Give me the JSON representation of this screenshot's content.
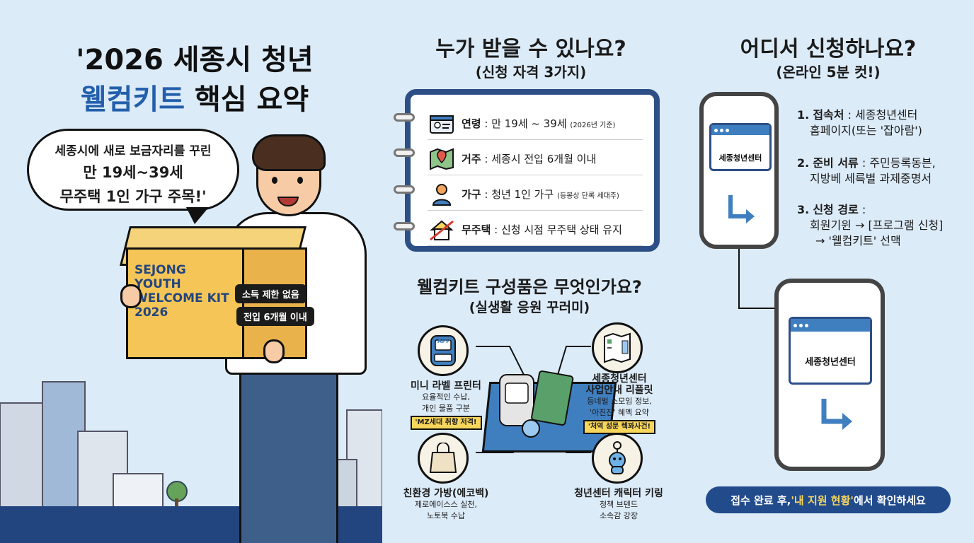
{
  "left": {
    "title_line1": "'2026 세종시 청년",
    "title_line2_highlight": "웰컴키트",
    "title_line2_rest": " 핵심 요약",
    "bubble": {
      "line1": "세종시에 새로 보금자리를 꾸린",
      "line2": "만 19세~39세",
      "line3": "무주택 1인 가구 주목!'"
    },
    "box": {
      "text_lines": [
        "SEJONG",
        "YOUTH",
        "WELCOME KIT",
        "2026"
      ],
      "label1": "소득 제한 없음",
      "label2": "전입 6개월 이내"
    }
  },
  "eligibility": {
    "heading": "누가 받을 수 있나요?",
    "subheading": "(신청 자격 3가지)",
    "rows": [
      {
        "icon": "id-card-icon",
        "label": "연령",
        "desc": " : 만 19세 ~ 39세 ",
        "note": "(2026년 기준)"
      },
      {
        "icon": "map-icon",
        "label": "거주",
        "desc": " : 세종시 전입 6개월 이내",
        "note": ""
      },
      {
        "icon": "person-icon",
        "label": "가구",
        "desc": " : 청년 1인 가구 ",
        "note": "(등봉상 단록 세대주)"
      },
      {
        "icon": "no-house-icon",
        "label": "무주택",
        "desc": " : 신청 시점 무주택 상태 유지",
        "note": ""
      }
    ]
  },
  "kit": {
    "heading": "웰컴키트 구성품은 무엇인가요?",
    "subheading": "(실생활 응원 꾸러미)",
    "items": [
      {
        "name": "미니 라벨 프린터",
        "desc1": "요율적인 수납,",
        "desc2": "개인 물품 구분",
        "tag": "'MZ세대 취향 저격!"
      },
      {
        "name": "세종청년센터",
        "name2": "사업안내 리플릿",
        "desc1": "등네벌 소모임 정보,",
        "desc2": "'아진진' 혜멕 요약",
        "tag": "'처역 성문 렉꽈사건!"
      },
      {
        "name": "친환경 가방(에코백)",
        "desc1": "제로에이스스 실천,",
        "desc2": "노토북 수납",
        "tag": ""
      },
      {
        "name": "청년센터 캐릭터 키링",
        "desc1": "청책 브텐드",
        "desc2": "소속감 강장",
        "tag": ""
      }
    ],
    "app_label": "APP"
  },
  "apply": {
    "heading": "어디서 신청하나요?",
    "subheading": "(온라인 5분 컷!)",
    "brand": "세종청년센터",
    "steps": [
      {
        "num": "1.",
        "title": "접속처",
        "line1": " : 세종청년센터",
        "line2": "홈페이지(또는 '잡아람')"
      },
      {
        "num": "2.",
        "title": "준비 서류",
        "line1": " : 주민등록동븐,",
        "line2": "지방베 세륵별 과제중명서"
      },
      {
        "num": "3.",
        "title": "신청 경로",
        "line1": " :",
        "line2": "회원기윈 → [프로그램 신청]",
        "line3": "→ '웰컴키트' 선맥"
      }
    ],
    "notice_pre": "접수 완료 후, ",
    "notice_quote": "'내 지원 현황'",
    "notice_post": "에서 확인하세요"
  }
}
